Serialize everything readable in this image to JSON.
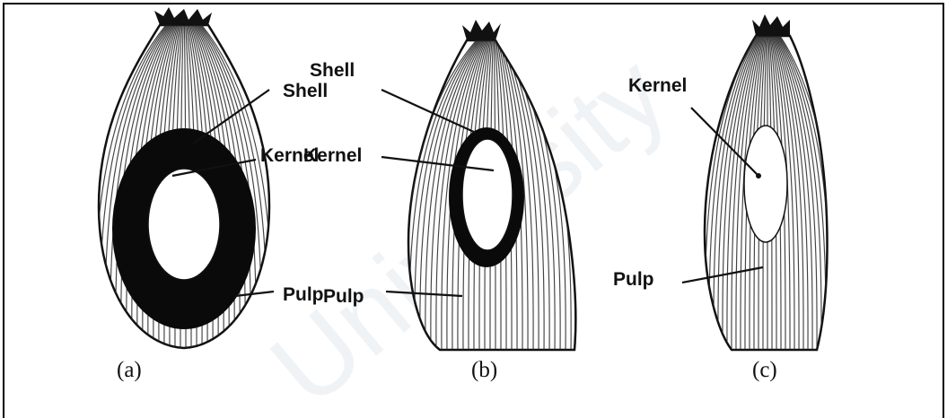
{
  "figure": {
    "panels": [
      {
        "caption": "(a)",
        "labels": [
          "Shell",
          "Kernel",
          "Pulp"
        ]
      },
      {
        "caption": "(b)",
        "labels": [
          "Shell",
          "Kernel",
          "Pulp"
        ]
      },
      {
        "caption": "(c)",
        "labels": [
          "Kernel",
          "Pulp"
        ]
      }
    ]
  },
  "colors": {
    "ink": "#111111",
    "frame": "#000000",
    "watermark": "#d7dde6"
  }
}
